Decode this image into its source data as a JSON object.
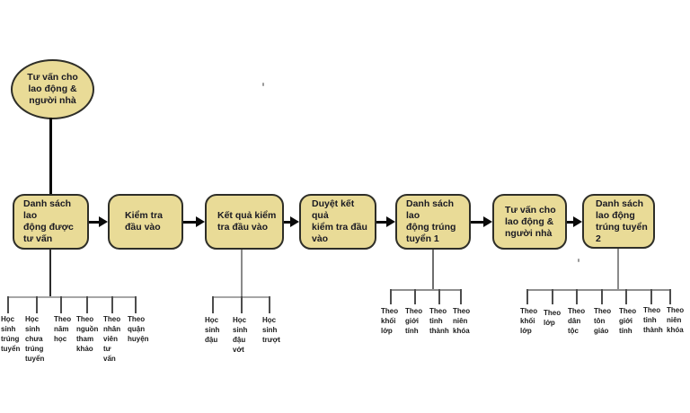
{
  "title": "Recruitment consulting flow diagram",
  "colors": {
    "node_fill": "#e9db97",
    "node_border": "#2e2e28",
    "flow_line": "#0a0a0a",
    "rail_gray": "#a6a6a6",
    "tick_gray": "#4d4d4d",
    "stem_dark": "#2b2b2b",
    "stem_gray": "#8a8a8a",
    "text": "#191922"
  },
  "start_node": {
    "label": "Tư vấn cho\nlao động &\nngười nhà"
  },
  "process_nodes": [
    {
      "label": "Danh sách lao\nđộng được\ntư vấn"
    },
    {
      "label": "Kiểm tra\nđầu vào"
    },
    {
      "label": "Kết quả kiểm\ntra đầu vào"
    },
    {
      "label": "Duyệt kết quả\nkiểm tra đầu\nvào"
    },
    {
      "label": "Danh sách lao\nđộng trúng\ntuyển 1"
    },
    {
      "label": "Tư vấn cho\nlao động &\nngười nhà"
    },
    {
      "label": "Danh sách\nlao động\ntrúng tuyển 2"
    }
  ],
  "breakdowns": [
    {
      "parent": "Danh sách lao động được tư vấn",
      "items": [
        "Học\nsinh\ntrúng\ntuyển",
        "Học\nsinh\nchưa\ntrúng\ntuyển",
        "Theo\nnăm\nhọc",
        "Theo\nnguồn\ntham\nkhảo",
        "Theo\nnhân\nviên\ntư\nvấn",
        "Theo\nquận\nhuyện"
      ]
    },
    {
      "parent": "Kết quả kiểm tra đầu vào",
      "items": [
        "Học\nsinh\nđậu",
        "Học\nsinh\nđậu\nvớt",
        "Học\nsinh\ntrượt"
      ]
    },
    {
      "parent": "Danh sách lao động trúng tuyển 1",
      "items": [
        "Theo\nkhối\nlớp",
        "Theo\ngiới\ntính",
        "Theo\ntỉnh\nthành",
        "Theo\nniên\nkhóa"
      ]
    },
    {
      "parent": "Danh sách lao động trúng tuyển 2",
      "items": [
        "Theo\nkhối\nlớp",
        "Theo\nlớp",
        "Theo\ndân\ntộc",
        "Theo\ntôn\ngiáo",
        "Theo\ngiới\ntính",
        "Theo\ntỉnh\nthành",
        "Theo\nniên\nkhóa"
      ]
    }
  ]
}
